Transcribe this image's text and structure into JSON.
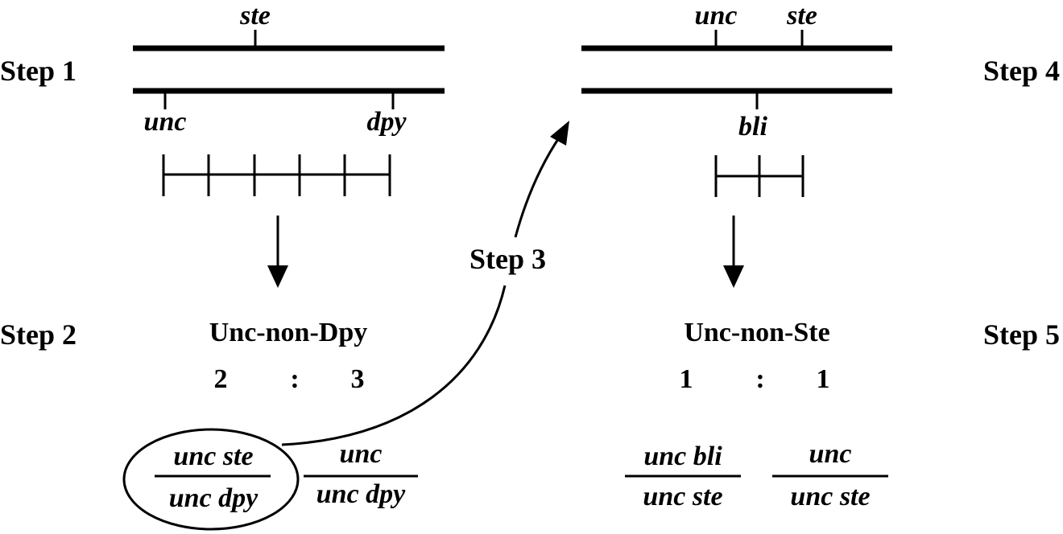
{
  "steps": {
    "step1": "Step 1",
    "step2": "Step 2",
    "step3": "Step 3",
    "step4": "Step 4",
    "step5": "Step 5"
  },
  "left": {
    "top_gene": "ste",
    "bottom_gene_left": "unc",
    "bottom_gene_right": "dpy",
    "phenotype": "Unc-non-Dpy",
    "ratio_left": "2",
    "ratio_colon": ":",
    "ratio_right": "3",
    "genotype1_top": "unc ste",
    "genotype1_bottom": "unc dpy",
    "genotype2_top": "unc",
    "genotype2_bottom": "unc dpy"
  },
  "right": {
    "top_gene_left": "unc",
    "top_gene_right": "ste",
    "bottom_gene": "bli",
    "phenotype": "Unc-non-Ste",
    "ratio_left": "1",
    "ratio_colon": ":",
    "ratio_right": "1",
    "genotype1_top": "unc bli",
    "genotype1_bottom": "unc ste",
    "genotype2_top": "unc",
    "genotype2_bottom": "unc ste"
  }
}
